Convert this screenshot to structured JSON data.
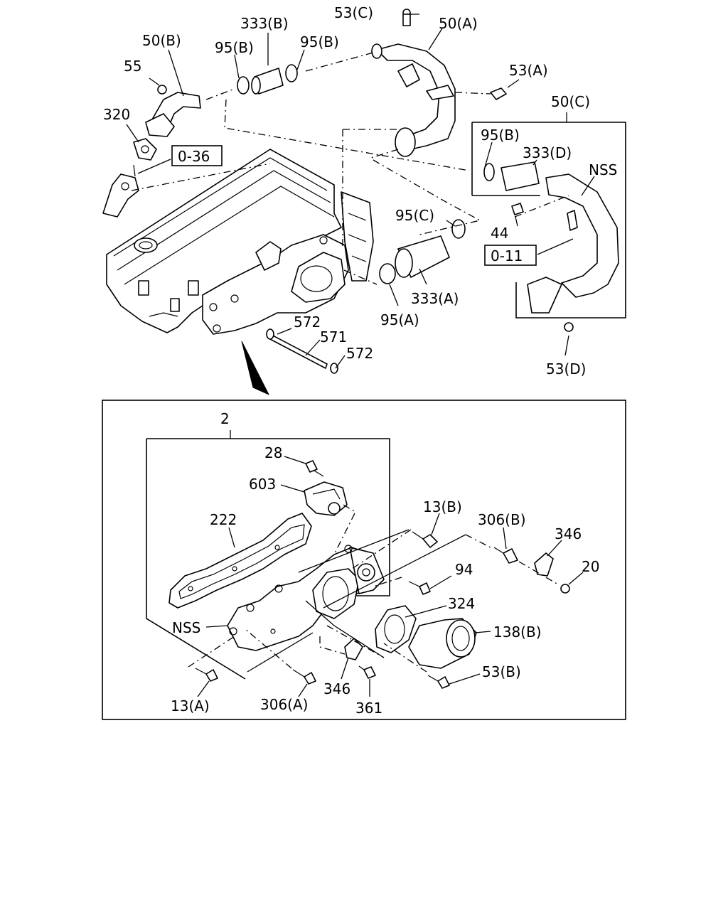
{
  "labels": {
    "l_53c": "53(C)",
    "l_50a": "50(A)",
    "l_333b": "333(B)",
    "l_95b_1": "95(B)",
    "l_95b_2": "95(B)",
    "l_50b": "50(B)",
    "l_55": "55",
    "l_320": "320",
    "l_036": "0-36",
    "l_53a": "53(A)",
    "l_50c": "50(C)",
    "l_95b_3": "95(B)",
    "l_333d": "333(D)",
    "l_nss_1": "NSS",
    "l_44": "44",
    "l_011": "0-11",
    "l_95c": "95(C)",
    "l_333a": "333(A)",
    "l_95a": "95(A)",
    "l_572_1": "572",
    "l_571": "571",
    "l_572_2": "572",
    "l_53d": "53(D)",
    "l_2": "2",
    "l_28": "28",
    "l_603": "603",
    "l_222": "222",
    "l_13b": "13(B)",
    "l_306b": "306(B)",
    "l_346_1": "346",
    "l_20": "20",
    "l_94": "94",
    "l_324": "324",
    "l_138b": "138(B)",
    "l_nss_2": "NSS",
    "l_13a": "13(A)",
    "l_306a": "306(A)",
    "l_346_2": "346",
    "l_361": "361",
    "l_53b": "53(B)"
  }
}
